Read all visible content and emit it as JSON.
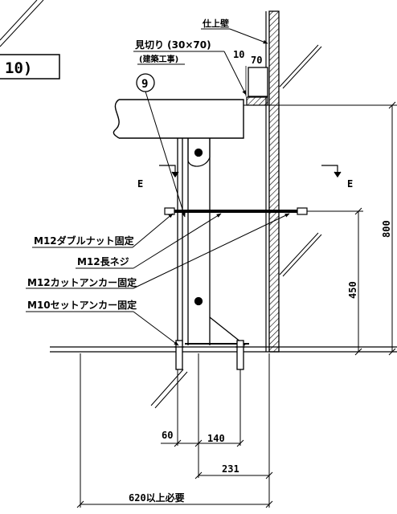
{
  "title_box": {
    "text": "10)"
  },
  "callout_number": "9",
  "labels": {
    "finish_wall": "仕上壁",
    "partition": "見切り (30×70)",
    "partition_sub": "(建築工事)",
    "m12_double_nut": "M12ダブルナット固定",
    "m12_long_screw": "M12長ネジ",
    "m12_cut_anchor": "M12カットアンカー固定",
    "m10_set_anchor": "M10セットアンカー固定",
    "section_left": "E",
    "section_right": "E"
  },
  "dimensions": {
    "d10": "10",
    "d70": "70",
    "d800": "800",
    "d450": "450",
    "d60": "60",
    "d140": "140",
    "d231": "231",
    "d620": "620以上必要"
  }
}
